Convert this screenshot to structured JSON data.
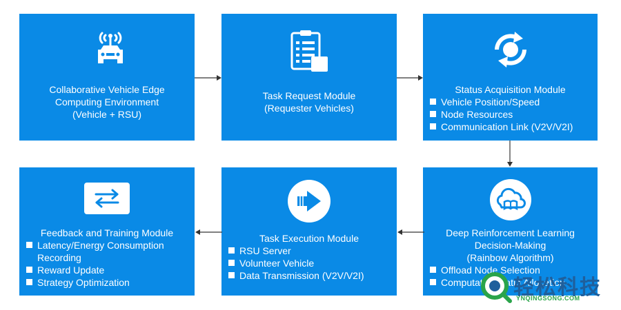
{
  "boxes": {
    "env": {
      "line1": "Collaborative Vehicle Edge",
      "line2": "Computing Environment",
      "line3": "(Vehicle + RSU)"
    },
    "request": {
      "line1": "Task Request Module",
      "line2": "(Requester Vehicles)"
    },
    "status": {
      "title": "Status Acquisition Module",
      "items": [
        "Vehicle Position/Speed",
        "Node Resources",
        "Communication Link (V2V/V2I)"
      ]
    },
    "drl": {
      "line1": "Deep Reinforcement Learning",
      "line2": "Decision-Making",
      "line3": "(Rainbow Algorithm)",
      "items": [
        "Offload Node Selection",
        "Computation Ratio Allocation"
      ]
    },
    "exec": {
      "title": "Task Execution Module",
      "items": [
        "RSU Server",
        "Volunteer Vehicle",
        "Data Transmission (V2V/V2I)"
      ]
    },
    "feedback": {
      "title": "Feedback and Training Module",
      "items": [
        "Latency/Energy Consumption Recording",
        "Reward Update",
        "Strategy Optimization"
      ]
    }
  },
  "icons": {
    "env": "car-with-antenna-icon",
    "request": "clipboard-checklist-icon",
    "status": "refresh-cycle-icon",
    "drl": "cloud-book-icon",
    "exec": "right-arrow-circle-icon",
    "feedback": "swap-arrows-icon"
  },
  "watermark": {
    "cn": "轻松科技",
    "en": "YNQINGSONG.COM"
  },
  "colors": {
    "box": "#0a8ae6",
    "arrow": "#333333",
    "watermark_blue": "#1f5f9c",
    "watermark_green": "#2aa44a"
  }
}
